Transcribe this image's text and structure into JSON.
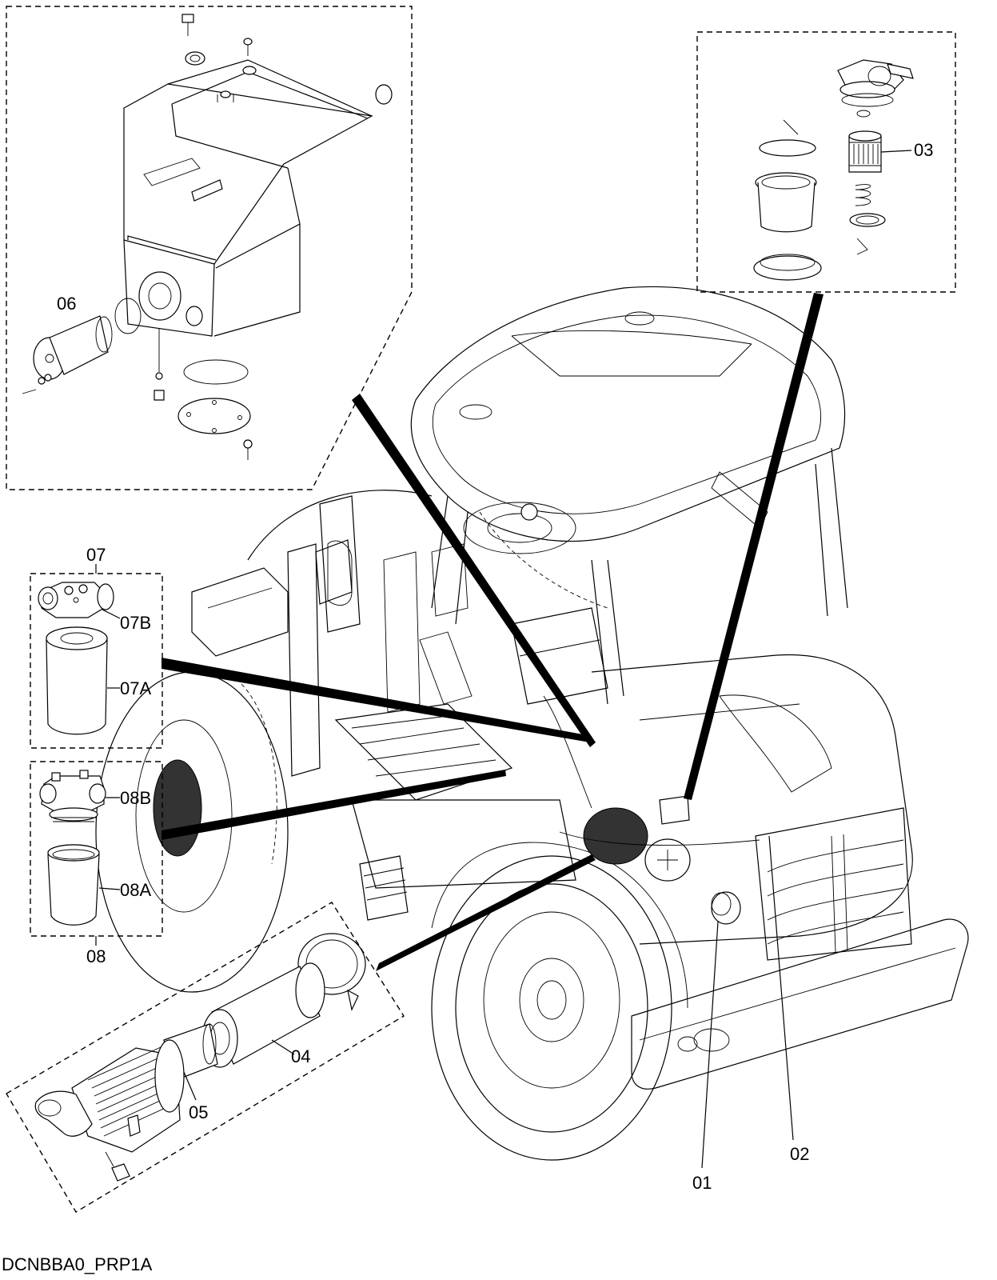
{
  "drawing": {
    "code": "DCNBBA0_PRP1A"
  },
  "labels": {
    "p01": "01",
    "p02": "02",
    "p03": "03",
    "p04": "04",
    "p05": "05",
    "p06": "06",
    "p07": "07",
    "p07a": "07A",
    "p07b": "07B",
    "p08": "08",
    "p08a": "08A",
    "p08b": "08B"
  }
}
